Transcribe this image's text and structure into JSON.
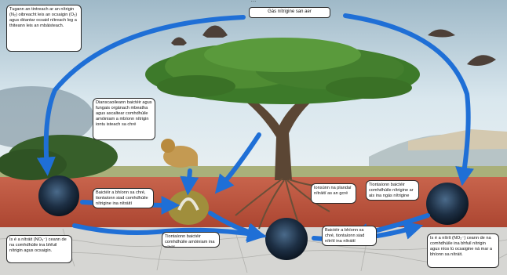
{
  "title": "…",
  "colors": {
    "sky": "#c9dce6",
    "soil_top": "#c8604a",
    "soil_bottom": "#b34a34",
    "rock": "#cfcfcf",
    "arrow": "#1f6fd6",
    "foliage": "#3f7a2a",
    "trunk": "#5a4330"
  },
  "labels": {
    "atmosphere": "Gás nítrigine san aer",
    "fixation_top_left": "Tugann an tintreach ar an nítrigin (N₂) oibreacht leis an ocsaigin (O₂) agus déantar ocsaid nítreach leg a thiteann leis an mbáisteach.",
    "decomposers": "Dianscaoileann baictéir agus fungais orgánach mbeatha agus ascaltear comhdhúile amóiniam a mbíonn nítrigin iontu isteach sa chré",
    "bacteria_soil_left": "Baictéir a bhíonn sa chré, tiontaíonn siad comhdhúile nítrigine ina nítráití",
    "plants_absorb": "Ionsúnn na plandaí nítráití as an gcré",
    "ammonium_to_nitrite": "Tiontaíonn baictéir comhdhúile amóiniam ina nítrítí",
    "nitrite_to_nitrate": "Baictéir a bhíonn sa chré, tiontaíonn siad nítrítí ina nítráití",
    "denitrify_bacteria": "Tiontaíonn baictéir comhdhúile nítrigine ar ais ina ngás nítrigine",
    "nitrate_bottom_left": "Is é a nítráit (NO₃⁻) ceann de na comhdhúile ina bhfuil nítrigin agus ocsaigin.",
    "nitrite_bottom_right": "Is é a nítrít (NO₂⁻) ceann de na comhdhúile ina bhfuil nítrigin agus níos lú ocsaigine ná mar a bhíonn sa nítráit."
  }
}
